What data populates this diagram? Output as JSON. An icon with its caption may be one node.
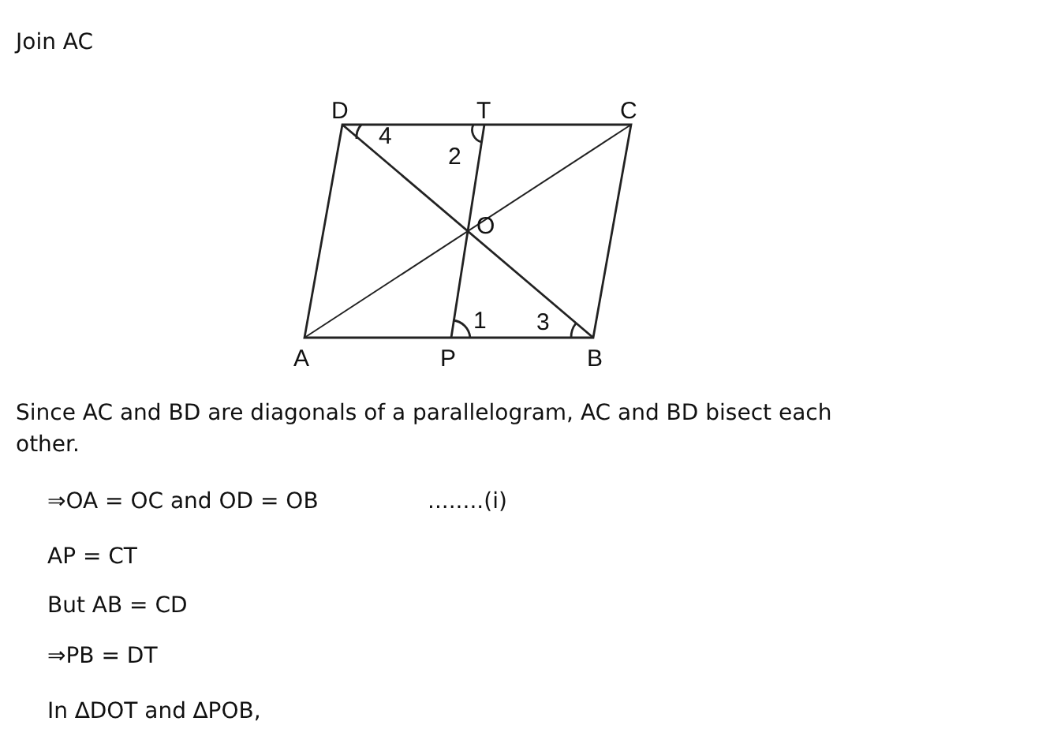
{
  "diagram": {
    "labels": [
      "Join AC",
      "D",
      "T",
      "C",
      "4",
      "2",
      "O",
      "1",
      "3",
      "A",
      "P",
      "B",
      "Since AC and BD are diagonals of a parallelogram, AC and BD bisect each other.",
      "⇒OA = OC and OD = OB",
      "........(i)",
      "AP = CT",
      "But AB = CD",
      "⇒PB = DT",
      "In ∆DOT and ∆POB,"
    ]
  }
}
